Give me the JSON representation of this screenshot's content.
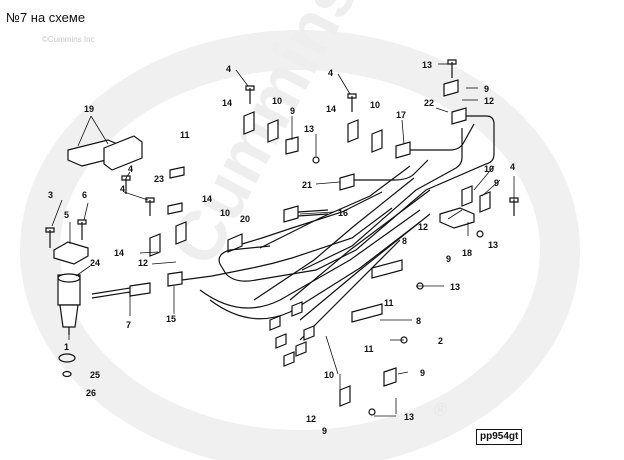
{
  "header": {
    "title": "№7 на схеме"
  },
  "watermark": {
    "copyright": "©Cummins Inc",
    "brand": "Cummins",
    "registered": "®"
  },
  "diagram": {
    "reference_code": "pp954gt",
    "labels": {
      "n1": "1",
      "n2": "2",
      "n3": "3",
      "n4": "4",
      "n5": "5",
      "n6": "6",
      "n7": "7",
      "n8": "8",
      "n9": "9",
      "n10": "10",
      "n11": "11",
      "n12": "12",
      "n13": "13",
      "n14": "14",
      "n15": "15",
      "n16": "16",
      "n17": "17",
      "n18": "18",
      "n19": "19",
      "n20": "20",
      "n21": "21",
      "n22": "22",
      "n23": "23",
      "n24": "24",
      "n25": "25",
      "n26": "26"
    }
  },
  "colors": {
    "line": "#111111",
    "watermark": "#ececec",
    "background": "#ffffff"
  }
}
